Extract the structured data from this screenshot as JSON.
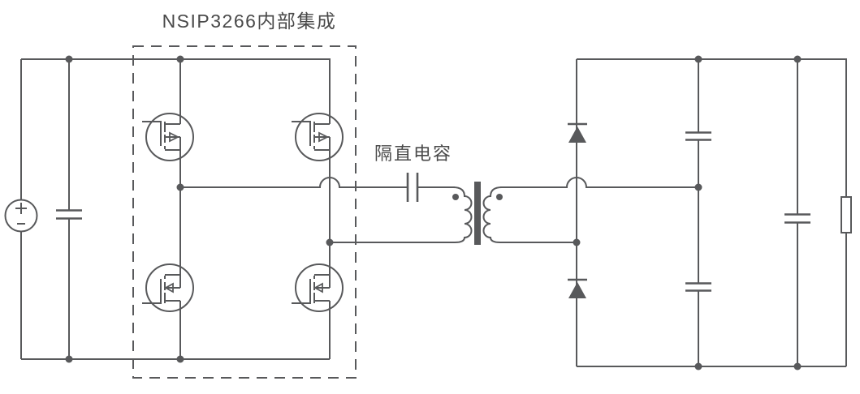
{
  "labels": {
    "title": "NSIP3266内部集成",
    "dc_blocking_capacitor": "隔直电容"
  },
  "colors": {
    "line": "#58595B",
    "text": "#4A4A4A",
    "background": "#FFFFFF"
  },
  "components": [
    "dc-voltage-source",
    "input-capacitor",
    "mosfet-q1",
    "mosfet-q2",
    "mosfet-q3",
    "mosfet-q4",
    "nsip3266-dashed-boundary",
    "dc-blocking-capacitor",
    "transformer-with-polarity-dots",
    "diode-d1",
    "diode-d2",
    "output-capacitor-upper",
    "output-capacitor-lower",
    "output-filter-capacitor",
    "load-resistor"
  ]
}
